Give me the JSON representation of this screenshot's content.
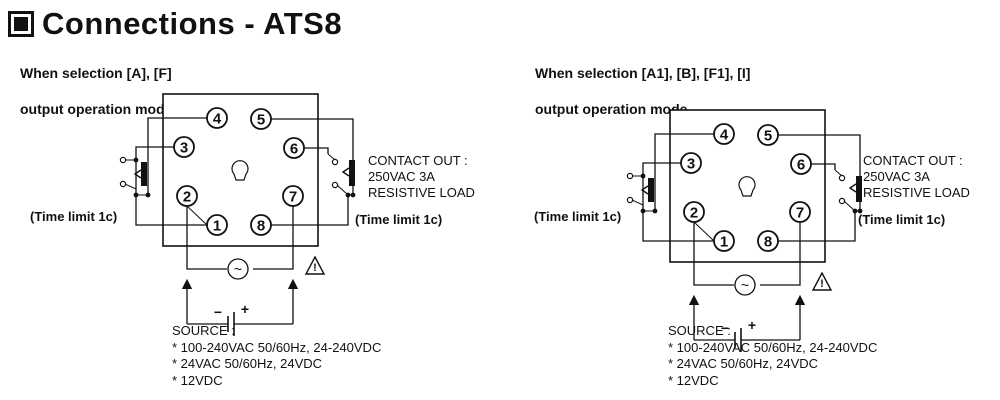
{
  "title": "Connections  -  ATS8",
  "left": {
    "mode_line1": "When selection [A], [F]",
    "mode_line2": "output operation mode"
  },
  "right": {
    "mode_line1": "When selection [A1], [B], [F1], [I]",
    "mode_line2": "output operation mode"
  },
  "pins": [
    "1",
    "2",
    "3",
    "4",
    "5",
    "6",
    "7",
    "8"
  ],
  "contact": {
    "line1": "CONTACT OUT :",
    "line2": "250VAC  3A",
    "line3": "RESISTIVE LOAD"
  },
  "time_limit": "(Time limit 1c)",
  "source": {
    "header": "SOURCE :",
    "items": [
      "* 100-240VAC 50/60Hz, 24-240VDC",
      "* 24VAC 50/60Hz, 24VDC",
      "* 12VDC"
    ]
  },
  "dc_minus": "−",
  "dc_plus": "+",
  "ac_symbol": "~",
  "warning_symbol": "!"
}
